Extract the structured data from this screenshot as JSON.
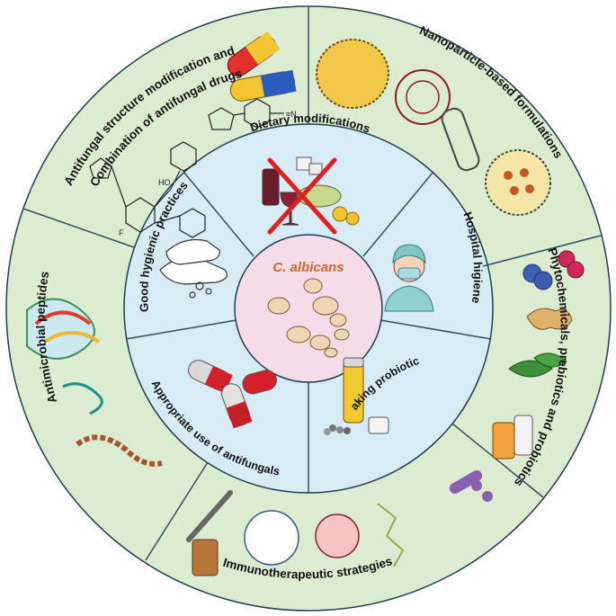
{
  "center": {
    "label": "C. albicans"
  },
  "inner_ring": [
    {
      "id": "dietary",
      "label": "Dietary modifications"
    },
    {
      "id": "hospital",
      "label": "Hospital higiene"
    },
    {
      "id": "probiotics",
      "label": "Taking probiotics"
    },
    {
      "id": "antifungals",
      "label": "Appropriate use of antifungals"
    },
    {
      "id": "hygiene",
      "label": "Good hygienic practices"
    }
  ],
  "outer_ring": [
    {
      "id": "structure-line1",
      "label": "Antifungal structure modification and"
    },
    {
      "id": "structure-line2",
      "label": "Combination of antifungal drugs"
    },
    {
      "id": "nanoparticle",
      "label": "Nanoparticle-based formulations"
    },
    {
      "id": "phyto",
      "label": "Phytochemicals, prebiotics and probiotics"
    },
    {
      "id": "immuno",
      "label": "Immunotherapeutic strategies"
    },
    {
      "id": "amp",
      "label": "Antimicrobial peptides"
    }
  ],
  "molecule_labels": {
    "nitrile": "≡N",
    "hydroxyl": "HO",
    "fluorine": "F"
  },
  "colors": {
    "outer_ring": "#dcecd0",
    "inner_ring": "#d8ecf6",
    "center": "#f6dbe8",
    "divider": "#2f4f62",
    "outline": "#1f3e52",
    "center_label": "#d2672e"
  }
}
